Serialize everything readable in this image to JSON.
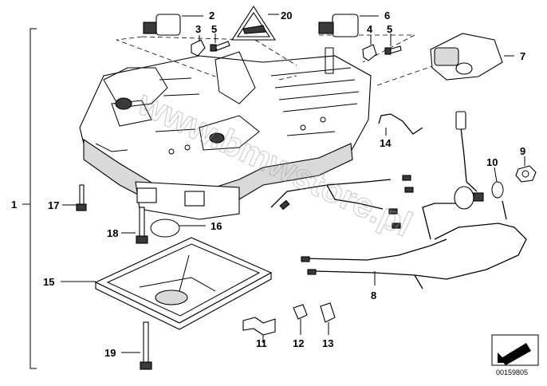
{
  "labels": {
    "l1": "1",
    "l2": "2",
    "l3": "3",
    "l4": "4",
    "l5a": "5",
    "l5b": "5",
    "l6": "6",
    "l7": "7",
    "l8": "8",
    "l9": "9",
    "l10": "10",
    "l11": "11",
    "l12": "12",
    "l13": "13",
    "l14": "14",
    "l15": "15",
    "l16": "16",
    "l17": "17",
    "l18": "18",
    "l19": "19",
    "l20": "20"
  },
  "watermark": "www.bmwstore.pl",
  "diagram_code": "00159805"
}
